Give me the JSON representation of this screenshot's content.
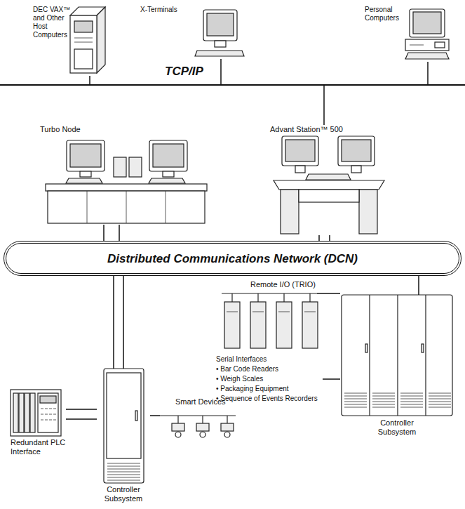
{
  "diagram": {
    "nodes": [
      {
        "text": [
          "DEC VAX™ and Other Host Computers"
        ]
      },
      {
        "text": [
          "X-Terminals"
        ]
      },
      {
        "text": [
          "Personal Computers"
        ]
      },
      {
        "text": [
          "TCP/IP"
        ]
      },
      {
        "text": [
          "Turbo Node"
        ]
      },
      {
        "text": [
          "Advant Station™ 500"
        ]
      },
      {
        "text": [
          "Distributed Communications Network (DCN)"
        ]
      },
      {
        "text": [
          "Remote I/O (TRIO)"
        ]
      },
      {
        "text": [
          "Serial Interfaces",
          "• Bar Code Readers",
          "• Weigh Scales",
          "• Packaging Equipment",
          "• Sequence of Events Recorders"
        ]
      },
      {
        "text": [
          "Controller Subsystem"
        ]
      },
      {
        "text": [
          "Redundant PLC Interface"
        ]
      },
      {
        "text": [
          "Smart Devices"
        ]
      },
      {
        "text": [
          "Controller Subsystem"
        ]
      }
    ],
    "edges": [
      {
        "from": 0,
        "to": 3,
        "arrow": "none"
      },
      {
        "from": 1,
        "to": 3,
        "arrow": "none"
      },
      {
        "from": 2,
        "to": 3,
        "arrow": "none"
      },
      {
        "from": 5,
        "to": 3,
        "arrow": "none"
      },
      {
        "from": 4,
        "to": 6,
        "arrow": "none"
      },
      {
        "from": 4,
        "to": 6,
        "arrow": "none"
      },
      {
        "from": 5,
        "to": 6,
        "arrow": "none"
      },
      {
        "from": 5,
        "to": 6,
        "arrow": "none"
      },
      {
        "from": 6,
        "to": 12,
        "arrow": "none"
      },
      {
        "from": 6,
        "to": 12,
        "arrow": "none"
      },
      {
        "from": 6,
        "to": 9,
        "arrow": "none"
      },
      {
        "from": 10,
        "to": 12,
        "arrow": "none"
      },
      {
        "from": 10,
        "to": 12,
        "arrow": "none"
      },
      {
        "from": 12,
        "to": 11,
        "arrow": "none"
      },
      {
        "from": 7,
        "to": 9,
        "arrow": "none"
      },
      {
        "from": 8,
        "to": 9,
        "arrow": "none"
      }
    ]
  }
}
